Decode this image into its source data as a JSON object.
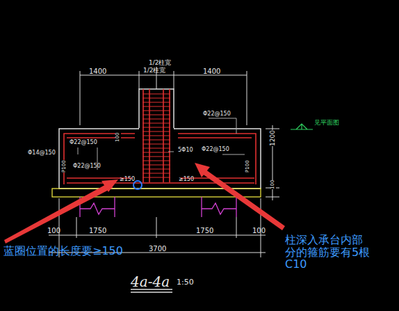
{
  "diagram": {
    "labels": [
      "1/2柱宽",
      "1400",
      "1/2柱宽",
      "1400",
      "Φ22@150",
      "Φ22@150",
      "Φ14@150",
      "Φ22@150",
      "Φ22@150",
      "5Φ10",
      "≥150",
      "≥150",
      "100",
      "P100",
      "P100",
      "1200",
      "100",
      "100",
      "1750",
      "1750",
      "100",
      "3700",
      "4a-4a",
      "1:50",
      "见平面图",
      "蓝圈位置的长度要≥150",
      "柱深入承台内部分的箍筋要有5根C10"
    ]
  }
}
